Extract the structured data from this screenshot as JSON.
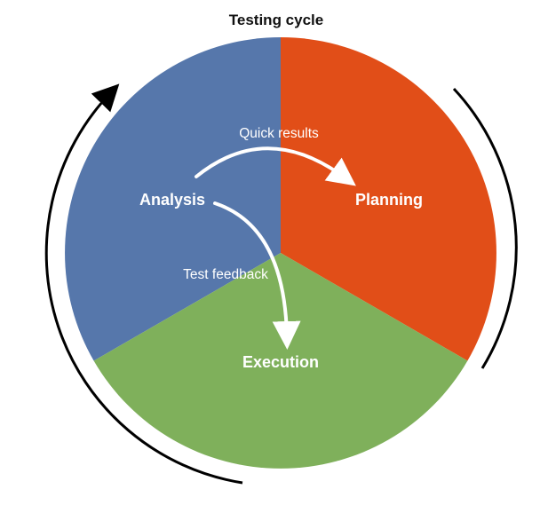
{
  "title": "Testing cycle",
  "segments": [
    {
      "label": "Analysis",
      "color": "#5677AB"
    },
    {
      "label": "Planning",
      "color": "#E14E18"
    },
    {
      "label": "Execution",
      "color": "#7FB05B"
    }
  ],
  "arrows": [
    {
      "label": "Quick results",
      "from": "Analysis",
      "to": "Planning"
    },
    {
      "label": "Test feedback",
      "from": "Analysis",
      "to": "Execution"
    }
  ],
  "cycle_direction": "clockwise",
  "colors": {
    "arrow_inner": "#ffffff",
    "outer_arrow": "#000000"
  }
}
